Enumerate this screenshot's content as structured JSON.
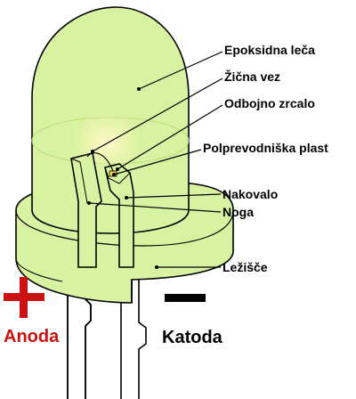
{
  "labels": {
    "epoxy_lens": "Epoksidna leča",
    "wire_bond": "Žična vez",
    "reflective_cavity": "Odbojno zrcalo",
    "semiconductor_die": "Polprevodniška plast",
    "anvil": "Nakovalo",
    "post": "Noga",
    "flat_spot": "Ležišče"
  },
  "polarity": {
    "anode_symbol": "+",
    "anode_label": "Anoda",
    "cathode_symbol": "−",
    "cathode_label": "Katoda"
  },
  "colors": {
    "epoxy": "#d7f2a0",
    "epoxy_dark": "#b9df78",
    "outline": "#000000",
    "anode": "#cc1111",
    "cathode": "#000000",
    "glow": "#fff6b0"
  }
}
